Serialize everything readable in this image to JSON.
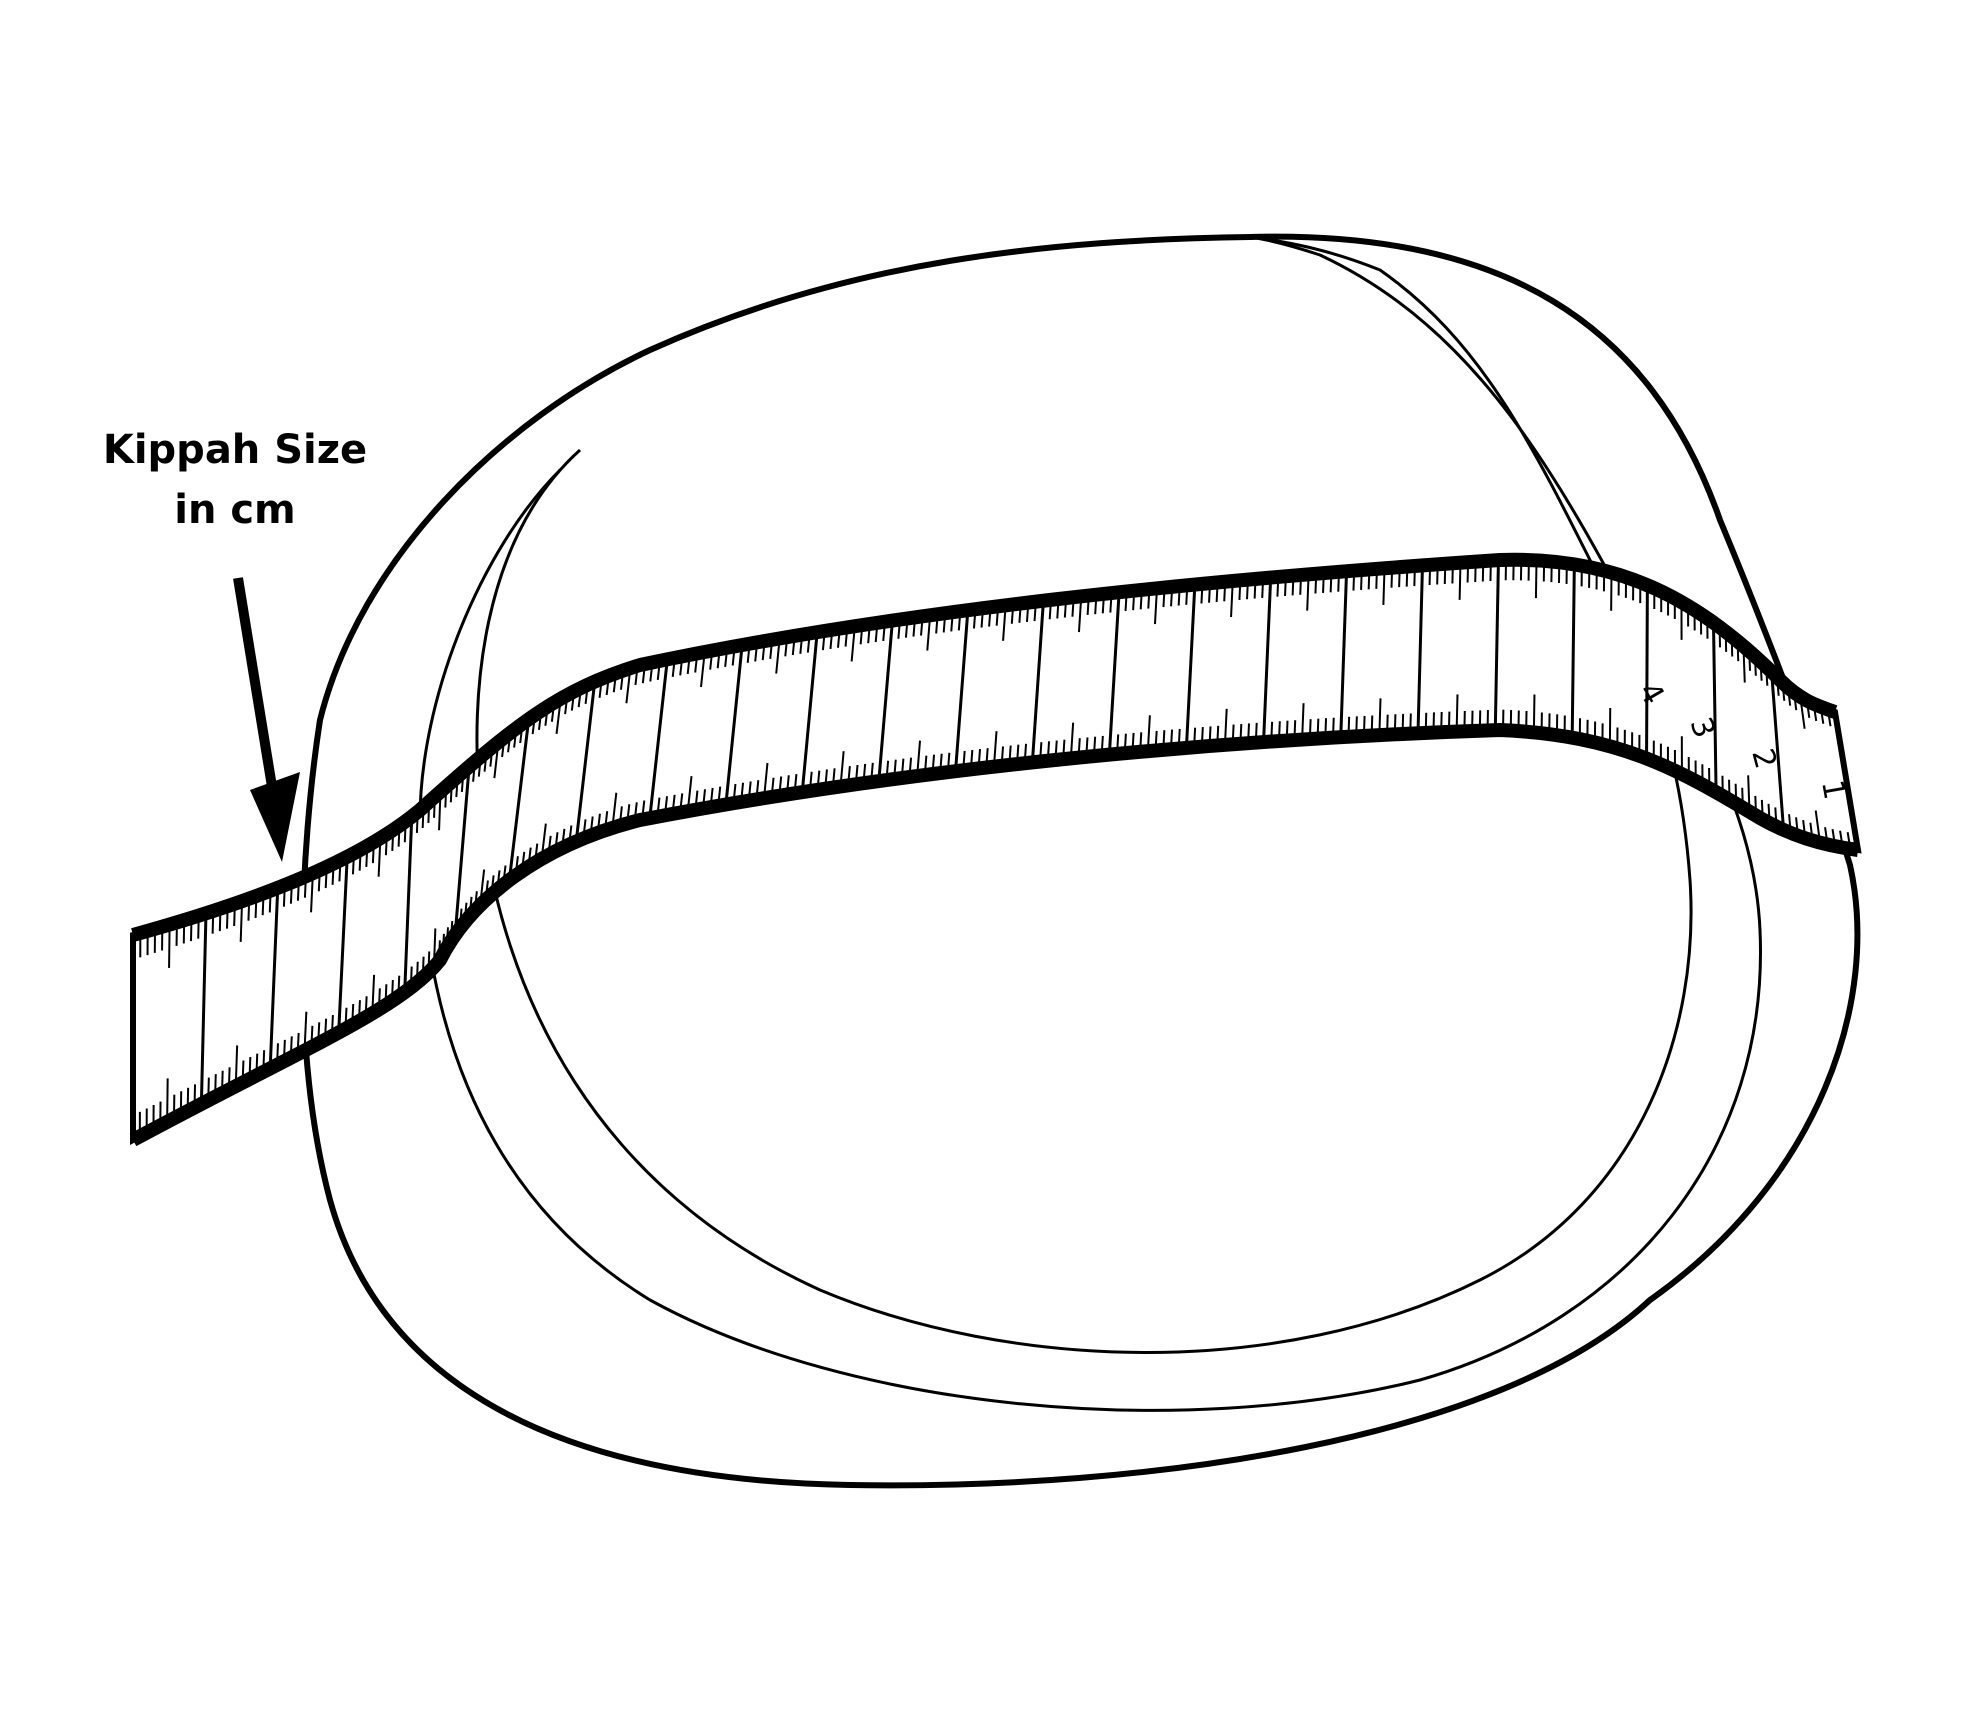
{
  "label": {
    "line1": "Kippah Size",
    "line2": "in cm"
  },
  "tape": {
    "numbers": [
      "1",
      "2",
      "3",
      "4"
    ]
  },
  "colors": {
    "ink": "#000000",
    "background": "#ffffff"
  }
}
